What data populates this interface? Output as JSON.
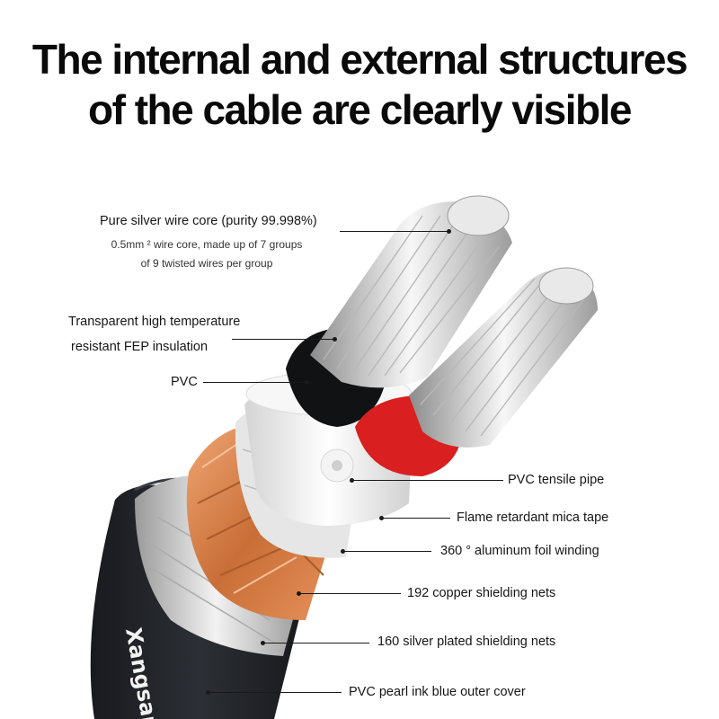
{
  "headline": {
    "line1": "The internal and external structures",
    "line2": "of the cable are clearly visible"
  },
  "brand": {
    "logo_text": "Xangsane"
  },
  "labels": {
    "core": "Pure silver wire core (purity 99.998%)",
    "core_note_1": "0.5mm ² wire core, made up of 7 groups",
    "core_note_2": "of 9 twisted wires per group",
    "fep_1": "Transparent high temperature",
    "fep_2": "resistant FEP insulation",
    "pvc": "PVC",
    "tensile": "PVC tensile pipe",
    "mica": "Flame retardant mica tape",
    "foil": "360 °   aluminum foil winding",
    "copper": "192 copper shielding nets",
    "silver": "160 silver plated shielding nets",
    "outer": "PVC pearl ink blue outer cover"
  },
  "colors": {
    "outer_jacket": "#23262b",
    "copper": "#d9834e",
    "silver_wire": "#d6d6d6",
    "red_insulation": "#d91f1f",
    "mica_tape": "#f3f3f3"
  }
}
